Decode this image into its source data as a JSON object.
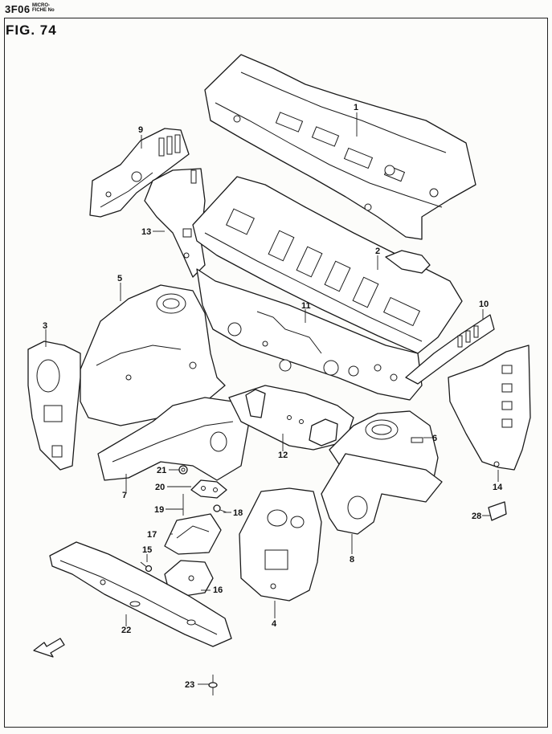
{
  "header": {
    "code": "3F06",
    "micro_line1": "MICRO-",
    "micro_line2": "FICHE No"
  },
  "figure": {
    "title": "FIG.  74"
  },
  "callouts": {
    "c1": "1",
    "c2": "2",
    "c3": "3",
    "c4": "4",
    "c5": "5",
    "c6": "6",
    "c7": "7",
    "c8": "8",
    "c9": "9",
    "c10": "10",
    "c11": "11",
    "c12": "12",
    "c13": "13",
    "c14": "14",
    "c15": "15",
    "c16": "16",
    "c17": "17",
    "c18": "18",
    "c19": "19",
    "c20": "20",
    "c21": "21",
    "c22": "22",
    "c23": "23",
    "c28": "28"
  },
  "icons": {
    "front_arrow": "front-direction-arrow-icon"
  }
}
